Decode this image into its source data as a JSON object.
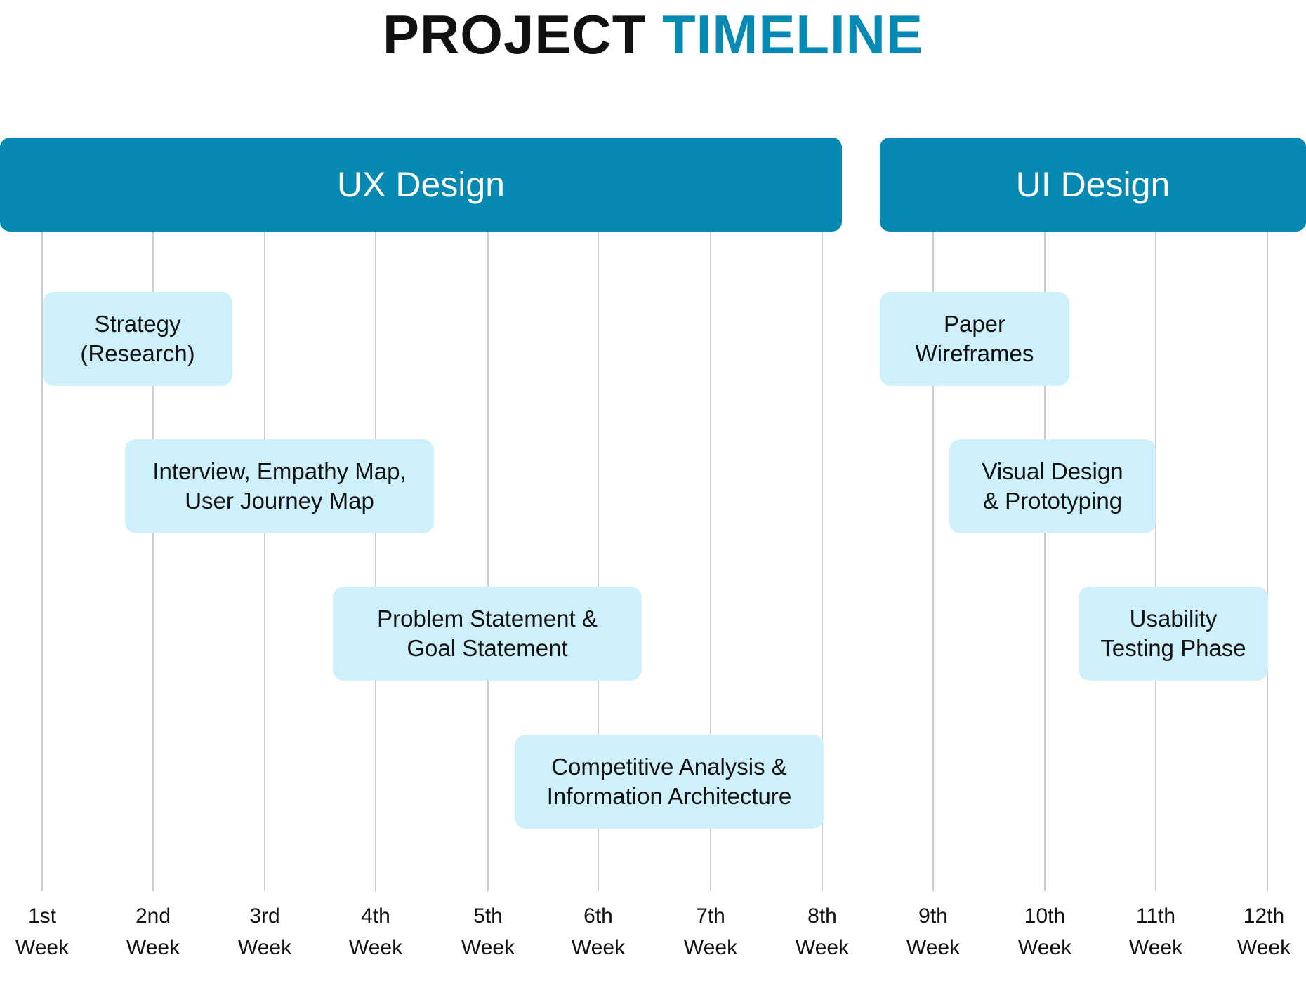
{
  "title": {
    "part1": "PROJECT",
    "part2": "TIMELINE"
  },
  "colors": {
    "accent": "#0689b3",
    "task_fill": "#cdf0fb",
    "gridline": "#cccccc",
    "text": "#111111"
  },
  "phases": [
    {
      "label": "UX Design"
    },
    {
      "label": "UI Design"
    }
  ],
  "weeks": [
    {
      "ordinal": "1st",
      "unit": "Week"
    },
    {
      "ordinal": "2nd",
      "unit": "Week"
    },
    {
      "ordinal": "3rd",
      "unit": "Week"
    },
    {
      "ordinal": "4th",
      "unit": "Week"
    },
    {
      "ordinal": "5th",
      "unit": "Week"
    },
    {
      "ordinal": "6th",
      "unit": "Week"
    },
    {
      "ordinal": "7th",
      "unit": "Week"
    },
    {
      "ordinal": "8th",
      "unit": "Week"
    },
    {
      "ordinal": "9th",
      "unit": "Week"
    },
    {
      "ordinal": "10th",
      "unit": "Week"
    },
    {
      "ordinal": "11th",
      "unit": "Week"
    },
    {
      "ordinal": "12th",
      "unit": "Week"
    }
  ],
  "tasks": [
    {
      "line1": "Strategy",
      "line2": "(Research)"
    },
    {
      "line1": "Interview, Empathy Map,",
      "line2": "User Journey Map"
    },
    {
      "line1": "Problem Statement &",
      "line2": "Goal Statement"
    },
    {
      "line1": "Competitive Analysis &",
      "line2": "Information Architecture"
    },
    {
      "line1": "Paper",
      "line2": "Wireframes"
    },
    {
      "line1": "Visual Design",
      "line2": "& Prototyping"
    },
    {
      "line1": "Usability",
      "line2": "Testing Phase"
    }
  ]
}
